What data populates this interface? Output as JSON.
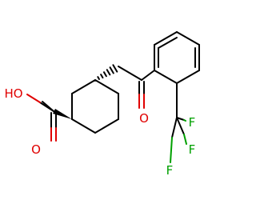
{
  "molecule": {
    "atom_labels": {
      "hydroxyl": "HO",
      "carboxyl_oxygen": "O",
      "ketone_oxygen": "O",
      "fluorine_1": "F",
      "fluorine_2": "F",
      "fluorine_3": "F"
    }
  },
  "colors": {
    "bond": "#000000",
    "oxygen": "#e00000",
    "fluorine": "#00a000",
    "background": "#ffffff"
  }
}
